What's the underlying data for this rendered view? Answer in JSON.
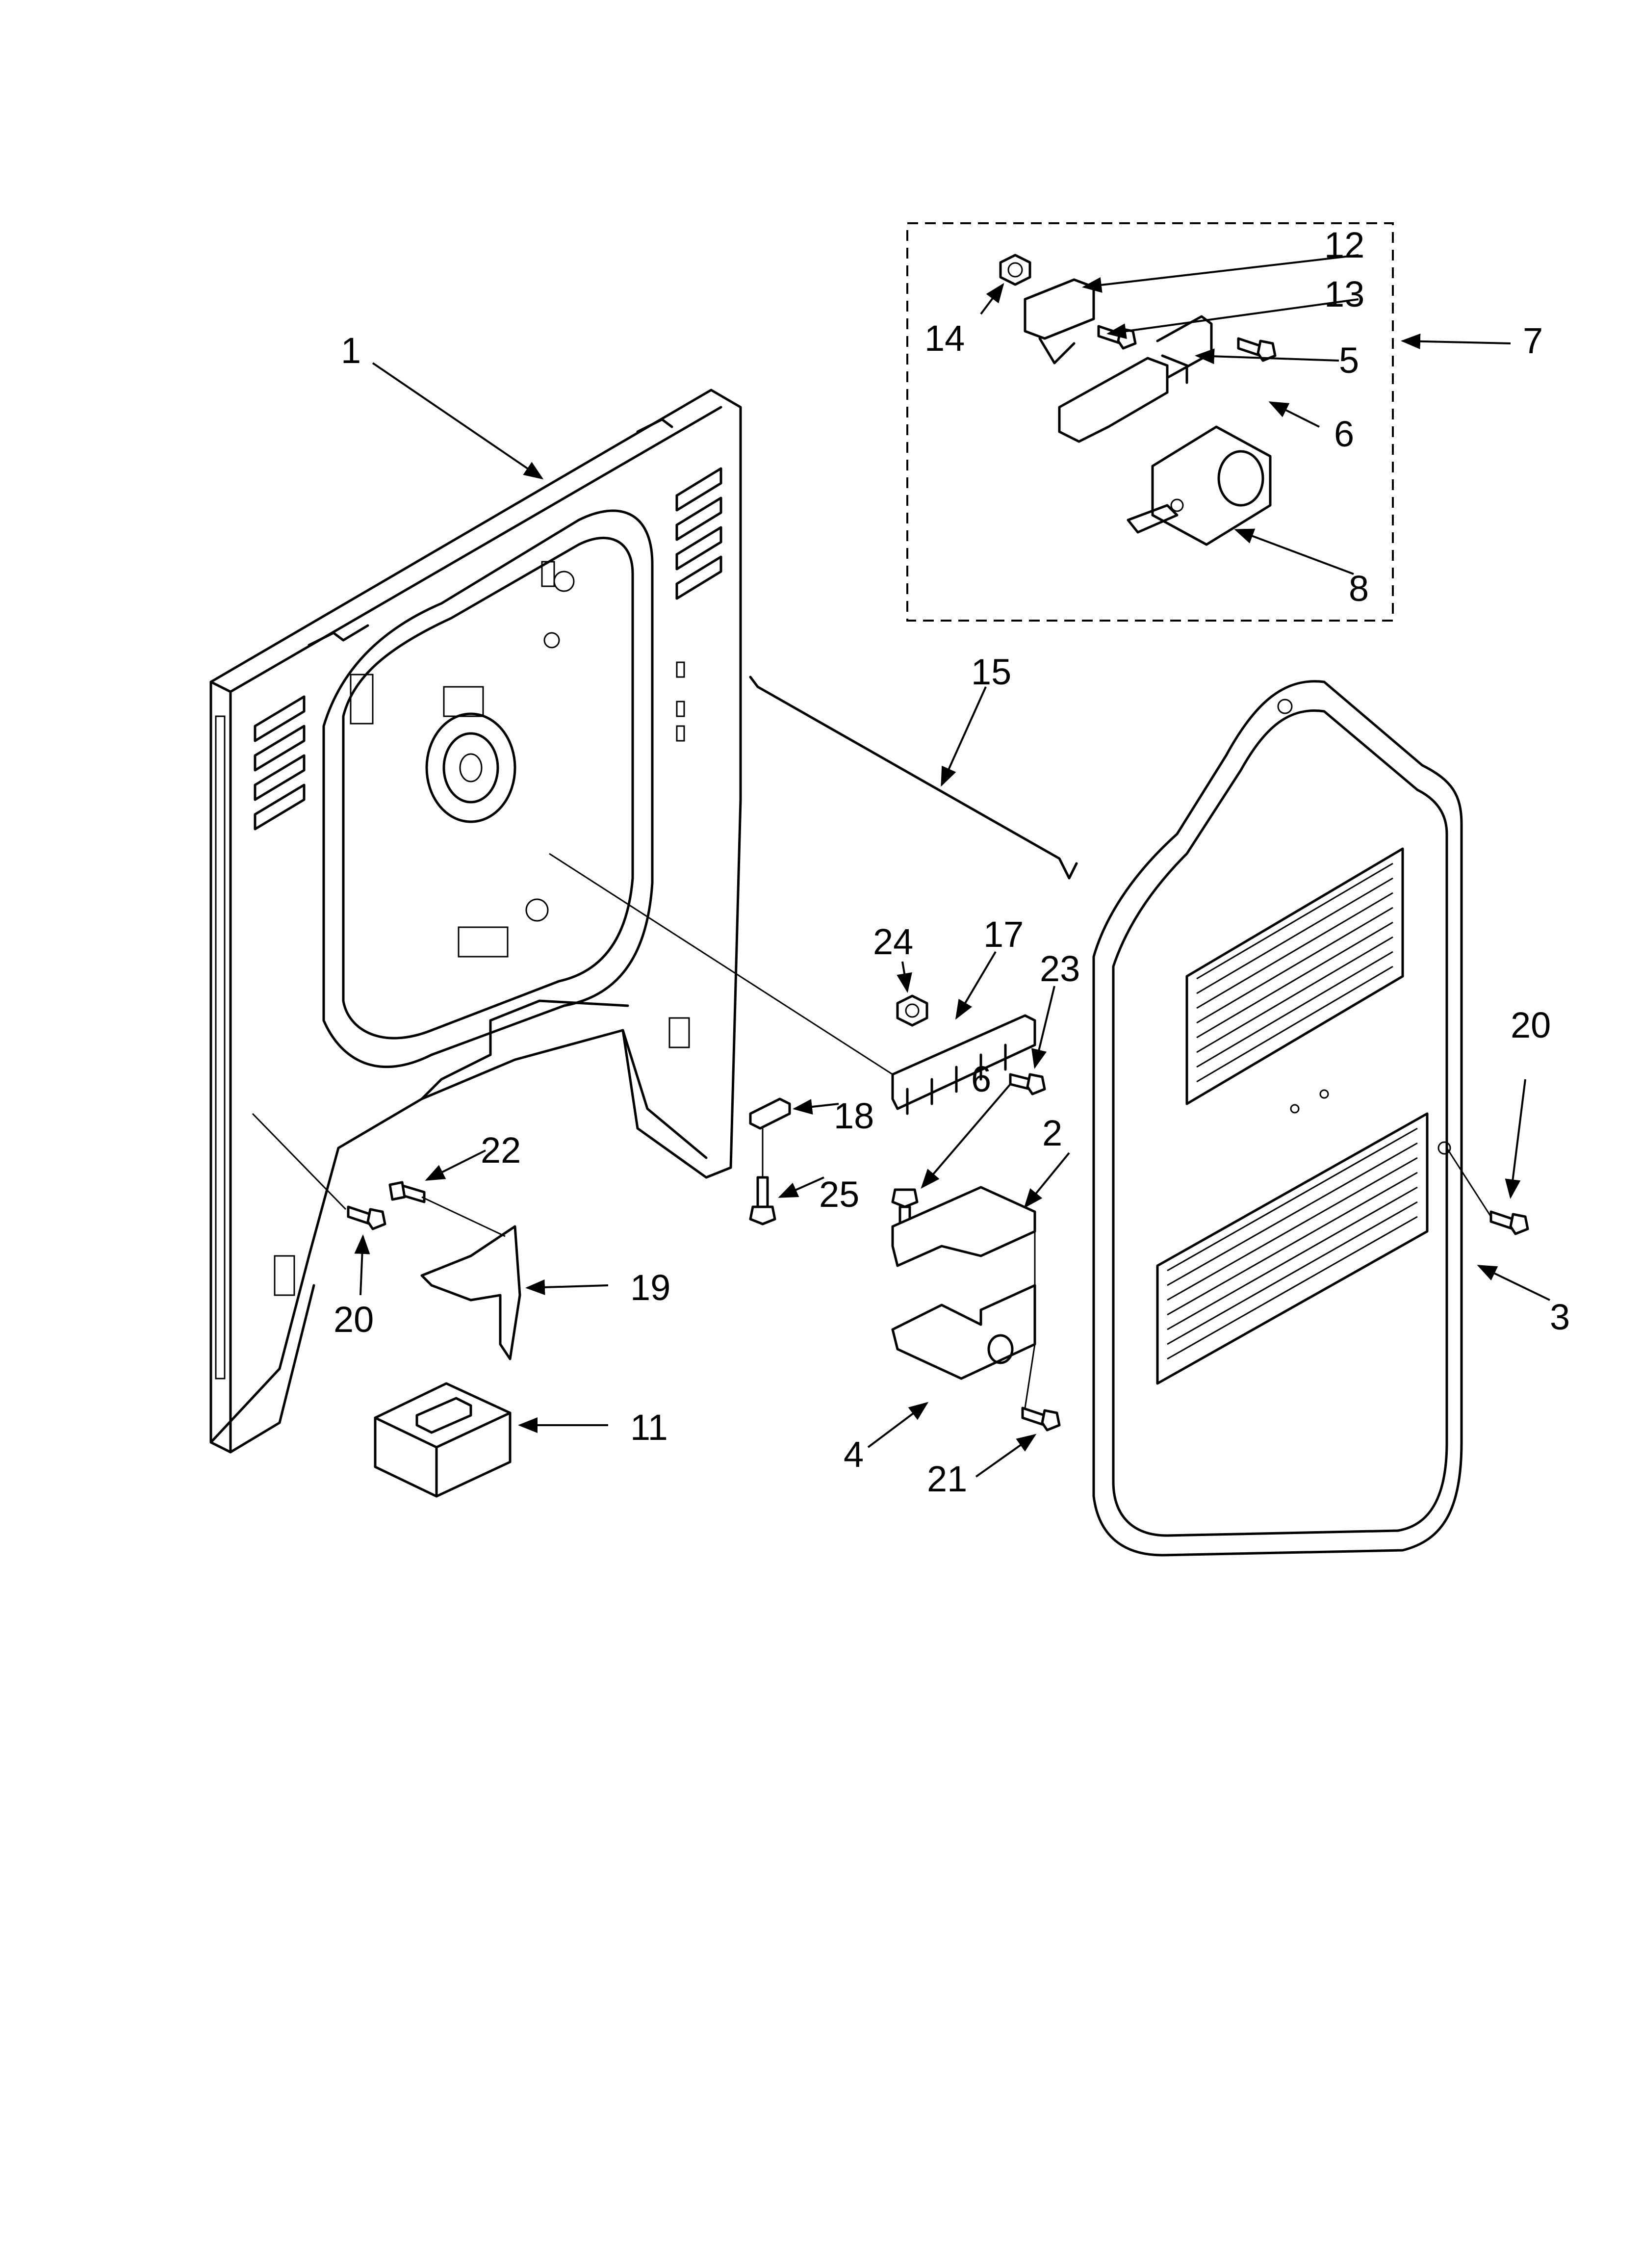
{
  "callouts": {
    "c1": "1",
    "c2": "2",
    "c3": "3",
    "c4": "4",
    "c5": "5",
    "c6a": "6",
    "c6b": "6",
    "c7": "7",
    "c8": "8",
    "c11": "11",
    "c12": "12",
    "c13": "13",
    "c14": "14",
    "c15": "15",
    "c17": "17",
    "c18": "18",
    "c19": "19",
    "c20a": "20",
    "c20b": "20",
    "c21": "21",
    "c22": "22",
    "c23": "23",
    "c24": "24",
    "c25": "25"
  }
}
